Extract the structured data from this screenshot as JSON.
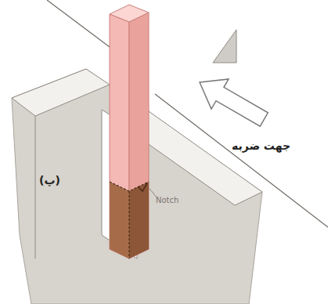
{
  "diagram": {
    "labels": [
      "Notch",
      "جهت ضربه",
      "(پ)"
    ]
  }
}
